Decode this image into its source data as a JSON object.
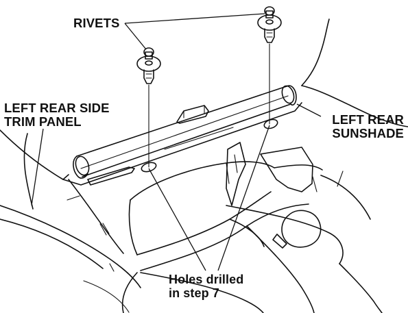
{
  "labels": {
    "rivets": "RIVETS",
    "trim_panel": [
      "LEFT REAR SIDE",
      "TRIM PANEL"
    ],
    "sunshade": [
      "LEFT REAR",
      "SUNSHADE"
    ],
    "holes": [
      "Holes drilled",
      "in step 7"
    ]
  },
  "colors": {
    "ink": "#111111",
    "paper": "#ffffff"
  }
}
